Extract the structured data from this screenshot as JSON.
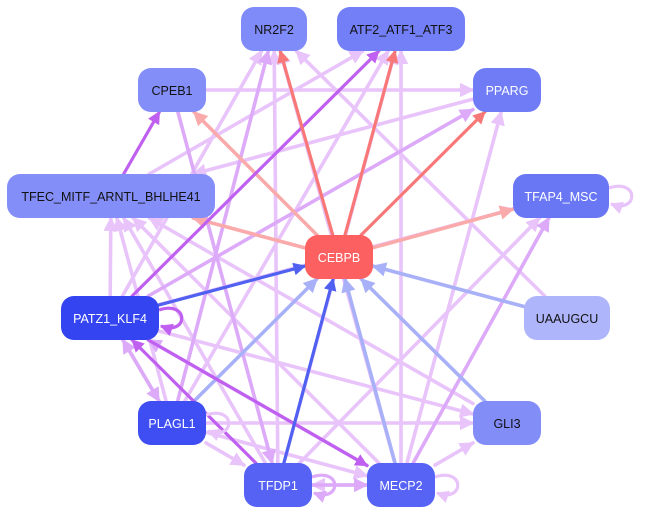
{
  "graph": {
    "title": "Regulatory network",
    "nodes": [
      {
        "id": "NR2F2",
        "label": "NR2F2",
        "fill": "#7f8bf8",
        "text": "#111111"
      },
      {
        "id": "ATF2_ATF1_ATF3",
        "label": "ATF2_ATF1_ATF3",
        "fill": "#727ff6",
        "text": "#111111"
      },
      {
        "id": "CPEB1",
        "label": "CPEB1",
        "fill": "#838ef8",
        "text": "#111111"
      },
      {
        "id": "PPARG",
        "label": "PPARG",
        "fill": "#6f7cf6",
        "text": "#ffffff"
      },
      {
        "id": "TFEC_MITF_ARNTL_BHLHE41",
        "label": "TFEC_MITF_ARNTL_BHLHE41",
        "fill": "#838ef8",
        "text": "#111111"
      },
      {
        "id": "TFAP4_MSC",
        "label": "TFAP4_MSC",
        "fill": "#6a77f5",
        "text": "#ffffff"
      },
      {
        "id": "CEBPB",
        "label": "CEBPB",
        "fill": "#fc6060",
        "text": "#ffffff"
      },
      {
        "id": "PATZ1_KLF4",
        "label": "PATZ1_KLF4",
        "fill": "#3344f0",
        "text": "#ffffff"
      },
      {
        "id": "UAAUGCU",
        "label": "UAAUGCU",
        "fill": "#aeb5fa",
        "text": "#111111"
      },
      {
        "id": "PLAGL1",
        "label": "PLAGL1",
        "fill": "#3e4ef2",
        "text": "#ffffff"
      },
      {
        "id": "GLI3",
        "label": "GLI3",
        "fill": "#828df8",
        "text": "#111111"
      },
      {
        "id": "TFDP1",
        "label": "TFDP1",
        "fill": "#5562f4",
        "text": "#ffffff"
      },
      {
        "id": "MECP2",
        "label": "MECP2",
        "fill": "#5663f4",
        "text": "#ffffff"
      }
    ],
    "edge_colors": {
      "activation_strong": "#f87878",
      "activation_weak": "#faaaaa",
      "inhibition_strong": "#5060f0",
      "inhibition_weak": "#a8b0f8",
      "tf_strong": "#c060f0",
      "tf_weak": "#e8c4fa",
      "tf_mid": "#dcaaf8"
    },
    "edges": [
      {
        "from": "CEBPB",
        "to": "NR2F2",
        "type": "activation_strong"
      },
      {
        "from": "CEBPB",
        "to": "ATF2_ATF1_ATF3",
        "type": "activation_strong"
      },
      {
        "from": "CEBPB",
        "to": "PPARG",
        "type": "activation_strong"
      },
      {
        "from": "CEBPB",
        "to": "CPEB1",
        "type": "activation_weak"
      },
      {
        "from": "CEBPB",
        "to": "TFEC_MITF_ARNTL_BHLHE41",
        "type": "activation_weak"
      },
      {
        "from": "CEBPB",
        "to": "TFAP4_MSC",
        "type": "activation_weak"
      },
      {
        "from": "PATZ1_KLF4",
        "to": "CEBPB",
        "type": "inhibition_strong"
      },
      {
        "from": "UAAUGCU",
        "to": "CEBPB",
        "type": "inhibition_weak"
      },
      {
        "from": "GLI3",
        "to": "CEBPB",
        "type": "inhibition_weak"
      },
      {
        "from": "TFDP1",
        "to": "CEBPB",
        "type": "inhibition_strong"
      },
      {
        "from": "MECP2",
        "to": "CEBPB",
        "type": "inhibition_weak"
      },
      {
        "from": "PLAGL1",
        "to": "CEBPB",
        "type": "inhibition_weak"
      },
      {
        "from": "TFEC_MITF_ARNTL_BHLHE41",
        "to": "CPEB1",
        "type": "tf_strong"
      },
      {
        "from": "CPEB1",
        "to": "PPARG",
        "type": "tf_weak"
      },
      {
        "from": "PPARG",
        "to": "TFEC_MITF_ARNTL_BHLHE41",
        "type": "tf_weak"
      },
      {
        "from": "PATZ1_KLF4",
        "to": "ATF2_ATF1_ATF3",
        "type": "tf_strong"
      },
      {
        "from": "PATZ1_KLF4",
        "to": "NR2F2",
        "type": "tf_weak"
      },
      {
        "from": "PATZ1_KLF4",
        "to": "PPARG",
        "type": "tf_mid"
      },
      {
        "from": "PATZ1_KLF4",
        "to": "TFAP4_MSC",
        "type": "tf_weak"
      },
      {
        "from": "PATZ1_KLF4",
        "to": "PLAGL1",
        "type": "tf_mid"
      },
      {
        "from": "PATZ1_KLF4",
        "to": "GLI3",
        "type": "tf_weak"
      },
      {
        "from": "PATZ1_KLF4",
        "to": "MECP2",
        "type": "tf_strong"
      },
      {
        "from": "PATZ1_KLF4",
        "to": "TFEC_MITF_ARNTL_BHLHE41",
        "type": "tf_weak"
      },
      {
        "from": "PLAGL1",
        "to": "NR2F2",
        "type": "tf_mid"
      },
      {
        "from": "PLAGL1",
        "to": "ATF2_ATF1_ATF3",
        "type": "tf_weak"
      },
      {
        "from": "PLAGL1",
        "to": "TFEC_MITF_ARNTL_BHLHE41",
        "type": "tf_weak"
      },
      {
        "from": "PLAGL1",
        "to": "TFDP1",
        "type": "tf_weak"
      },
      {
        "from": "PLAGL1",
        "to": "MECP2",
        "type": "tf_weak"
      },
      {
        "from": "PLAGL1",
        "to": "GLI3",
        "type": "tf_weak"
      },
      {
        "from": "PLAGL1",
        "to": "PATZ1_KLF4",
        "type": "tf_mid"
      },
      {
        "from": "TFDP1",
        "to": "NR2F2",
        "type": "tf_weak"
      },
      {
        "from": "TFDP1",
        "to": "MECP2",
        "type": "tf_mid"
      },
      {
        "from": "TFDP1",
        "to": "TFAP4_MSC",
        "type": "tf_weak"
      },
      {
        "from": "TFDP1",
        "to": "PATZ1_KLF4",
        "type": "tf_strong"
      },
      {
        "from": "TFDP1",
        "to": "TFEC_MITF_ARNTL_BHLHE41",
        "type": "tf_weak"
      },
      {
        "from": "TFDP1",
        "to": "ATF2_ATF1_ATF3",
        "type": "tf_weak"
      },
      {
        "from": "MECP2",
        "to": "TFDP1",
        "type": "tf_weak"
      },
      {
        "from": "MECP2",
        "to": "PPARG",
        "type": "tf_weak"
      },
      {
        "from": "MECP2",
        "to": "ATF2_ATF1_ATF3",
        "type": "tf_weak"
      },
      {
        "from": "MECP2",
        "to": "TFAP4_MSC",
        "type": "tf_mid"
      },
      {
        "from": "MECP2",
        "to": "GLI3",
        "type": "tf_weak"
      },
      {
        "from": "MECP2",
        "to": "TFEC_MITF_ARNTL_BHLHE41",
        "type": "tf_weak"
      },
      {
        "from": "MECP2",
        "to": "PATZ1_KLF4",
        "type": "tf_mid"
      },
      {
        "from": "MECP2",
        "to": "NR2F2",
        "type": "tf_weak"
      },
      {
        "from": "UAAUGCU",
        "to": "NR2F2",
        "type": "tf_weak"
      },
      {
        "from": "GLI3",
        "to": "TFEC_MITF_ARNTL_BHLHE41",
        "type": "tf_weak"
      },
      {
        "from": "TFEC_MITF_ARNTL_BHLHE41",
        "to": "ATF2_ATF1_ATF3",
        "type": "tf_weak"
      },
      {
        "from": "CPEB1",
        "to": "TFDP1",
        "type": "tf_mid"
      }
    ],
    "self_loops": [
      {
        "node": "TFAP4_MSC",
        "type": "tf_weak"
      },
      {
        "node": "PATZ1_KLF4",
        "type": "tf_strong"
      },
      {
        "node": "PLAGL1",
        "type": "tf_weak"
      },
      {
        "node": "TFDP1",
        "type": "tf_mid"
      },
      {
        "node": "MECP2",
        "type": "tf_weak"
      }
    ]
  }
}
